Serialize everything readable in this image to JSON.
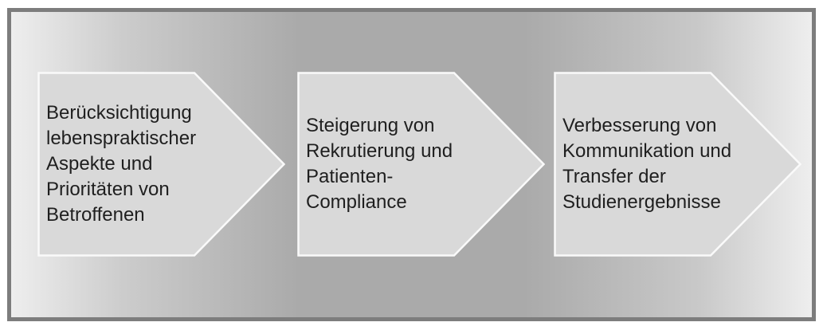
{
  "colors": {
    "frame_border": "#7d7d7d",
    "bg_center": "#aaaaaa",
    "bg_edge": "#eeeeee",
    "arrow_fill": "#d9d9d9",
    "arrow_border": "#fafafa",
    "text_color": "#1f1f1f"
  },
  "diagram": {
    "type": "process-arrows",
    "arrows": [
      {
        "text": "Berücksichtigung\nlebenspraktischer\nAspekte und\nPrioritäten von\nBetroffenen"
      },
      {
        "text": "Steigerung von\nRekrutierung und\nPatienten-\nCompliance"
      },
      {
        "text": "Verbesserung von\nKommunikation und\nTransfer der\nStudienergebnisse"
      }
    ]
  }
}
